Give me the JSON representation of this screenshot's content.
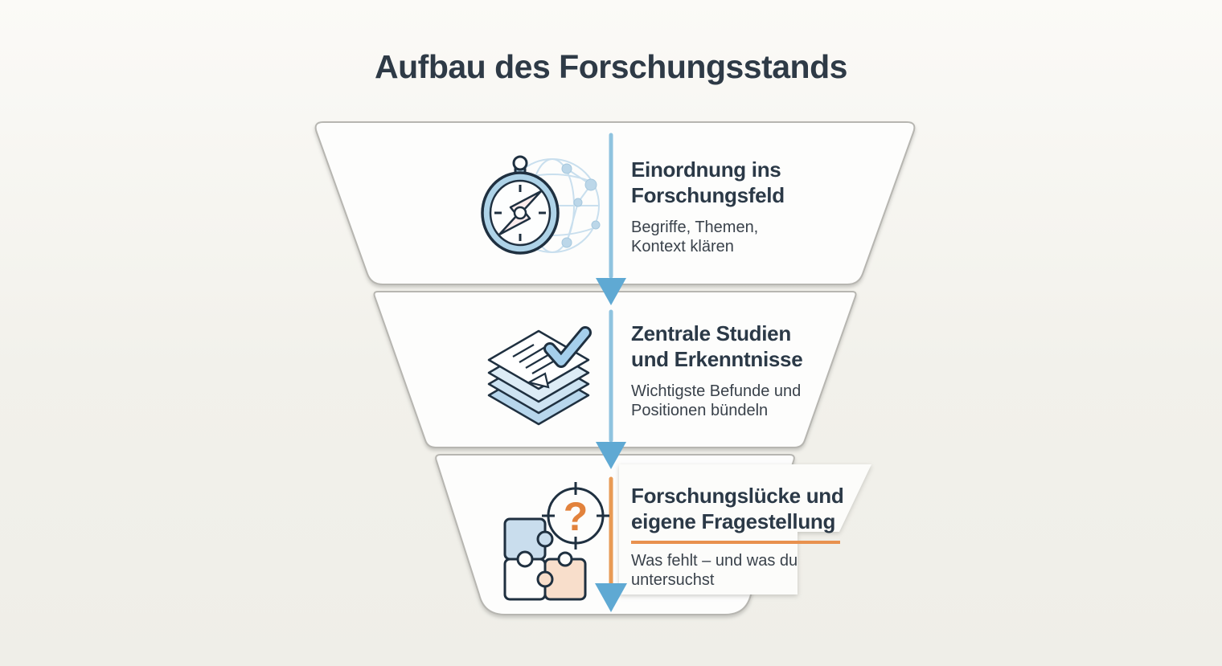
{
  "title": "Aufbau des Forschungsstands",
  "sections": [
    {
      "heading": "Einordnung ins\nForschungsfeld",
      "subtext": "Begriffe, Themen,\nKontext klären",
      "icon": "compass-globe-icon"
    },
    {
      "heading": "Zentrale Studien\nund Erkenntnisse",
      "subtext": "Wichtigste Befunde und\nPositionen bündeln",
      "icon": "document-stack-check-icon"
    },
    {
      "heading": "Forschungslücke und\neigene Fragestellung",
      "subtext": "Was fehlt – und was du\nuntersuchst",
      "icon": "puzzle-question-icon",
      "icon_glyph": "?",
      "underlined": "true"
    }
  ],
  "colors": {
    "background": "#f2f1eb",
    "funnel_fill": "#fdfdfc",
    "funnel_border": "#b7b6b1",
    "heading_text": "#2b3947",
    "body_text": "#3a424b",
    "arrow_line_blue": "#8fc3df",
    "arrow_head_blue": "#5fa9d3",
    "accent_orange": "#e8914e",
    "icon_outline_navy": "#1f3040",
    "icon_light_blue": "#aed3e8",
    "icon_peach": "#f8decb"
  }
}
